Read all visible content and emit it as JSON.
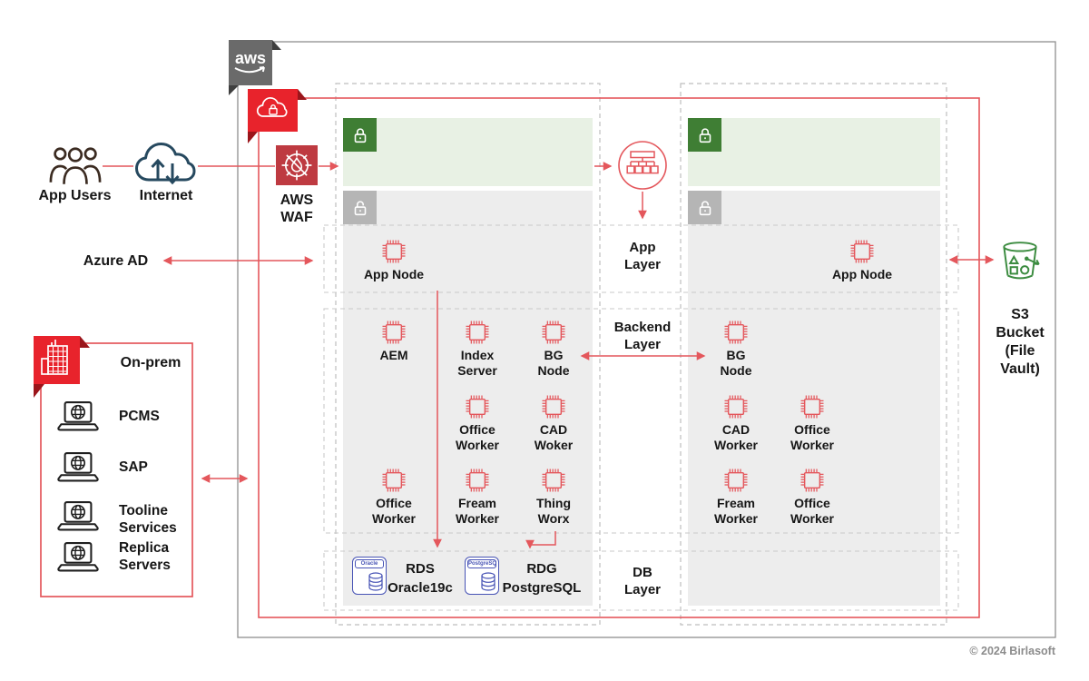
{
  "colors": {
    "accent_red": "#E4575C",
    "bright_red": "#E8232C",
    "waf_dark_red": "#BE3A41",
    "badge_fold_red": "#9B151B",
    "aws_gray": "#6A6A6A",
    "aws_fold_gray": "#3F3F3F",
    "green_badge": "#3F7E34",
    "green_subnet": "#E8F1E4",
    "gray_badge": "#B5B5B5",
    "gray_subnet": "#EDEDED",
    "outer_border_gray": "#8F8F8F",
    "dashed_gray": "#BDBDBD",
    "db_blue": "#4753B5",
    "s3_green": "#3C8C40",
    "internet_navy": "#26495F",
    "users_brown": "#3B2B21",
    "text_black": "#161616",
    "copyright_gray": "#8C8C8C"
  },
  "aws_badge": {
    "logo_text": "aws"
  },
  "external": {
    "app_users_label": "App Users",
    "internet_label": "Internet",
    "azure_ad_label": "Azure AD",
    "waf_label": "AWS\nWAF",
    "s3_label": "S3\nBucket\n(File\nVault)"
  },
  "onprem": {
    "title": "On-prem",
    "items": [
      {
        "label": "PCMS"
      },
      {
        "label": "SAP"
      },
      {
        "label": "Tooline\nServices"
      },
      {
        "label": "Replica\nServers"
      }
    ]
  },
  "layers": {
    "app_label": "App\nLayer",
    "backend_label": "Backend\nLayer",
    "db_label": "DB\nLayer"
  },
  "az1": {
    "app_node_label": "App Node",
    "nodes": [
      {
        "label": "AEM"
      },
      {
        "label": "Index\nServer"
      },
      {
        "label": "BG\nNode"
      },
      {
        "label": "Office\nWorker"
      },
      {
        "label": "CAD\nWoker"
      },
      {
        "label": "Office\nWorker"
      },
      {
        "label": "Fream\nWorker"
      },
      {
        "label": "Thing\nWorx"
      }
    ],
    "databases": [
      {
        "icon_text": "Oracle",
        "label": "RDS\nOracle19c"
      },
      {
        "icon_text": "PostgreSQL",
        "label": "RDG\nPostgreSQL"
      }
    ]
  },
  "az2": {
    "app_node_label": "App Node",
    "nodes": [
      {
        "label": "BG\nNode"
      },
      {
        "label": "CAD\nWorker"
      },
      {
        "label": "Office\nWorker"
      },
      {
        "label": "Fream\nWorker"
      },
      {
        "label": "Office\nWorker"
      }
    ]
  },
  "footer": {
    "copyright": "© 2024 Birlasoft"
  },
  "icons": {
    "users-icon": "three-people-outline",
    "internet-cloud-icon": "cloud-with-up-down-arrows",
    "waf-icon": "firewall-flame-crosshair",
    "vpc-icon": "cloud-lock",
    "building-icon": "office-building",
    "lock-closed-icon": "padlock-closed",
    "lock-open-icon": "padlock-open",
    "chip-icon": "processor-chip",
    "load-balancer-icon": "traffic-distribution-tree",
    "laptop-icon": "laptop-globe",
    "db-cylinder-icon": "database-cylinder",
    "s3-bucket-icon": "storage-bucket"
  }
}
